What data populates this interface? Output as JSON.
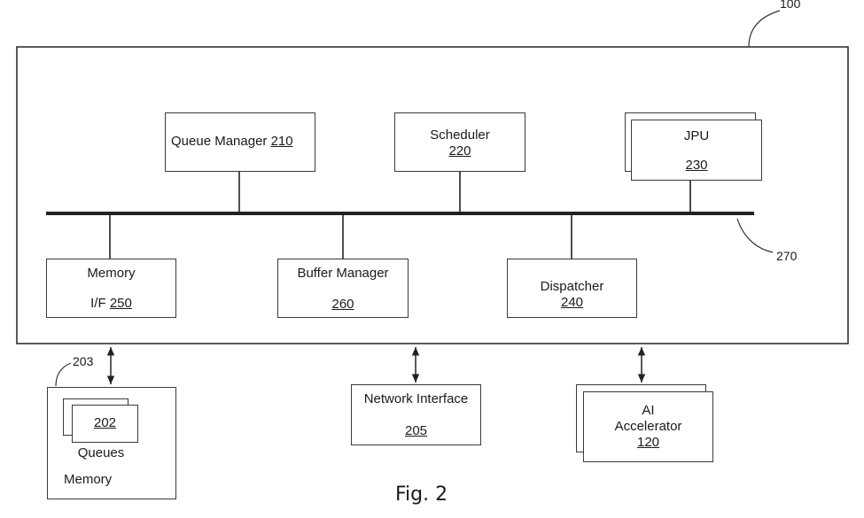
{
  "figure": {
    "ref_system": "100",
    "ref_bus": "270",
    "ref_memory_link": "203",
    "caption": "Fig. 2"
  },
  "blocks": {
    "queue_manager": {
      "name": "Queue Manager",
      "num": "210"
    },
    "scheduler": {
      "name": "Scheduler",
      "num": "220"
    },
    "jpu": {
      "name": "JPU",
      "num": "230"
    },
    "memory_if": {
      "name_top": "Memory",
      "name_bottom": "I/F",
      "num": "250"
    },
    "buffer_manager": {
      "name": "Buffer Manager",
      "num": "260"
    },
    "dispatcher": {
      "name": "Dispatcher",
      "num": "240"
    },
    "queues": {
      "num": "202",
      "name": "Queues"
    },
    "memory": {
      "name": "Memory"
    },
    "network_interface": {
      "name": "Network Interface",
      "num": "205"
    },
    "ai_accelerator": {
      "name_top": "AI",
      "name_bottom": "Accelerator",
      "num": "120"
    }
  }
}
